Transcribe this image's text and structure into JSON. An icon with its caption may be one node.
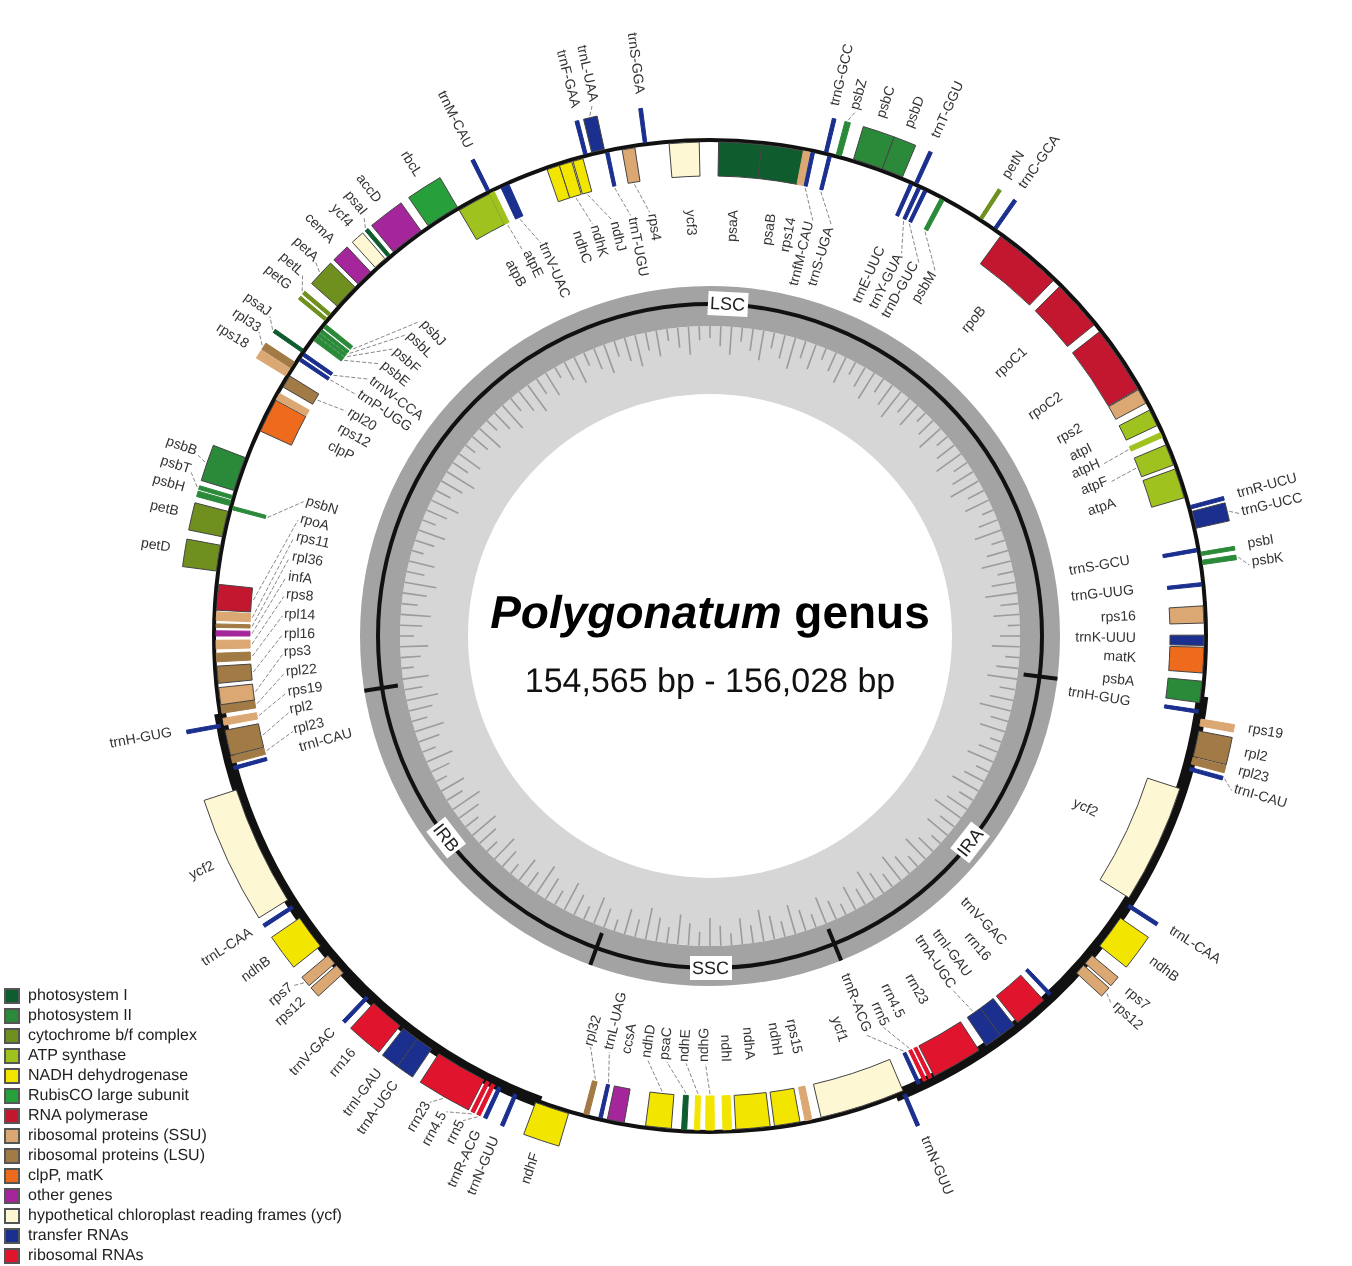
{
  "diagram": {
    "title": "*Polygonatum* genus",
    "labels": [
      "154,565 bp - 156,028 bp",
      "LSC",
      "IRA",
      "SSC",
      "IRB",
      "psaA",
      "psaB",
      "rps14",
      "trnfM-CAU",
      "trnS-UGA",
      "trnG-GCC",
      "psbZ",
      "psbC",
      "psbD",
      "trnT-GGU",
      "trnE-UUC",
      "trnY-GUA",
      "trnD-GUC",
      "psbM",
      "petN",
      "trnC-GCA",
      "rpoB",
      "rpoC1",
      "rpoC2",
      "rps2",
      "atpI",
      "atpH",
      "atpF",
      "atpA",
      "trnR-UCU",
      "trnG-UCC",
      "trnS-GCU",
      "psbI",
      "psbK",
      "trnG-UUG",
      "rps16",
      "trnK-UUU",
      "matK",
      "psbA",
      "trnH-GUG",
      "rps19",
      "rpl2",
      "rpl23",
      "trnI-CAU",
      "ycf2",
      "trnL-CAA",
      "ndhB",
      "rps7",
      "rps12",
      "trnV-GAC",
      "rrn16",
      "trnI-GAU",
      "trnA-UGC",
      "rrn23",
      "rrn4.5",
      "rrn5",
      "trnR-ACG",
      "trnN-GUU",
      "ycf1",
      "rps15",
      "ndhH",
      "ndhA",
      "ndhI",
      "ndhG",
      "ndhE",
      "psaC",
      "ndhD",
      "ccsA",
      "trnL-UAG",
      "rpl32",
      "ndhF",
      "trnN-GUU",
      "trnR-ACG",
      "rrn5",
      "rrn4.5",
      "rrn23",
      "trnA-UGC",
      "trnI-GAU",
      "rrn16",
      "trnV-GAC",
      "rps12",
      "rps7",
      "ndhB",
      "trnL-CAA",
      "ycf2",
      "trnI-CAU",
      "rpl23",
      "rpl2",
      "trnH-GUG",
      "rps19",
      "rpl22",
      "rps3",
      "rpl16",
      "rpl14",
      "rps8",
      "infA",
      "rpl36",
      "rps11",
      "rpoA",
      "petD",
      "petB",
      "psbN",
      "psbH",
      "psbT",
      "psbB",
      "clpP",
      "rps12",
      "rpl20",
      "rps18",
      "rpl33",
      "psaJ",
      "trnP-UGG",
      "trnW-CCA",
      "psbE",
      "psbF",
      "psbL",
      "psbJ",
      "petG",
      "petL",
      "petA",
      "cemA",
      "ycf4",
      "psaI",
      "accD",
      "rbcL",
      "atpB",
      "atpE",
      "trnM-CAU",
      "trnV-UAC",
      "ndhC",
      "ndhK",
      "ndhJ",
      "trnF-GAA",
      "trnL-UAA",
      "trnT-UGU",
      "rps4",
      "trnS-GGA",
      "ycf3"
    ],
    "legend": [
      {
        "text": "photosystem I",
        "color": "#0f5c2e"
      },
      {
        "text": "photosystem II",
        "color": "#2b8a3a"
      },
      {
        "text": "cytochrome b/f complex",
        "color": "#6f8f1f"
      },
      {
        "text": "ATP synthase",
        "color": "#9fc21f"
      },
      {
        "text": "NADH dehydrogenase",
        "color": "#f2e600"
      },
      {
        "text": "RubisCO large subunit",
        "color": "#27a03c"
      },
      {
        "text": "RNA polymerase",
        "color": "#c3162f"
      },
      {
        "text": "ribosomal proteins (SSU)",
        "color": "#dba772"
      },
      {
        "text": "ribosomal proteins (LSU)",
        "color": "#a27a45"
      },
      {
        "text": "clpP, matK",
        "color": "#ee6a1c"
      },
      {
        "text": "other genes",
        "color": "#a5269a"
      },
      {
        "text": "hypothetical chloroplast reading frames (ycf)",
        "color": "#fdf7d3"
      },
      {
        "text": "transfer RNAs",
        "color": "#1a2f8e"
      },
      {
        "text": "ribosomal RNAs",
        "color": "#e0142c"
      }
    ]
  }
}
